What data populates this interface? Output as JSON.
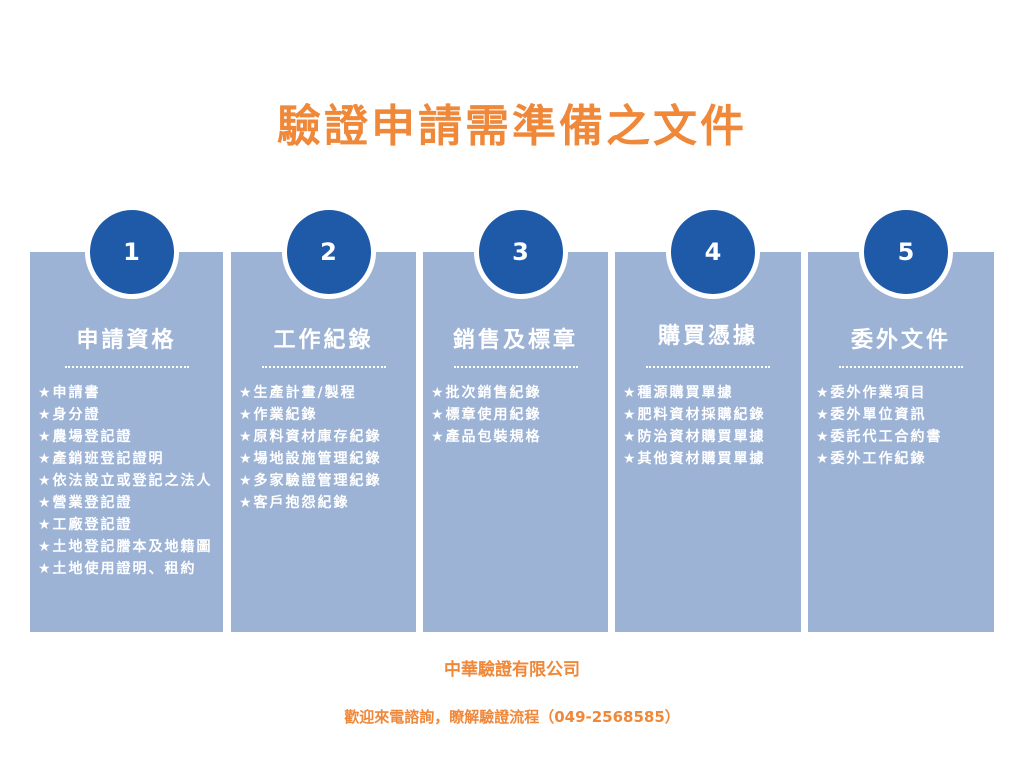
{
  "title": "驗證申請需準備之文件",
  "cards": [
    {
      "number": "1",
      "heading": "申請資格",
      "items": [
        "★申請書",
        "★身分證",
        "★農場登記證",
        "★產銷班登記證明",
        "★依法設立或登記之法人",
        "★營業登記證",
        "★工廠登記證",
        "★土地登記謄本及地籍圖",
        "★土地使用證明、租約"
      ]
    },
    {
      "number": "2",
      "heading": "工作紀錄",
      "items": [
        "★生產計畫/製程",
        "★作業紀錄",
        "★原料資材庫存紀錄",
        "★場地設施管理紀錄",
        "★多家驗證管理紀錄",
        "★客戶抱怨紀錄"
      ]
    },
    {
      "number": "3",
      "heading": "銷售及標章",
      "items": [
        "★批次銷售紀錄",
        "★標章使用紀錄",
        "★產品包裝規格"
      ]
    },
    {
      "number": "4",
      "heading": "購買憑據",
      "items": [
        "★種源購買單據",
        "★肥料資材採購紀錄",
        "★防治資材購買單據",
        "★其他資材購買單據"
      ]
    },
    {
      "number": "5",
      "heading": "委外文件",
      "items": [
        "★委外作業項目",
        "★委外單位資訊",
        "★委託代工合約書",
        "★委外工作紀錄"
      ]
    }
  ],
  "footer": {
    "company": "中華驗證有限公司",
    "contact": "歡迎來電諮詢，瞭解驗證流程（049-2568585）"
  },
  "colors": {
    "accent": "#f0883a",
    "card": "#9db3d6",
    "badge": "#1f5aa8"
  }
}
